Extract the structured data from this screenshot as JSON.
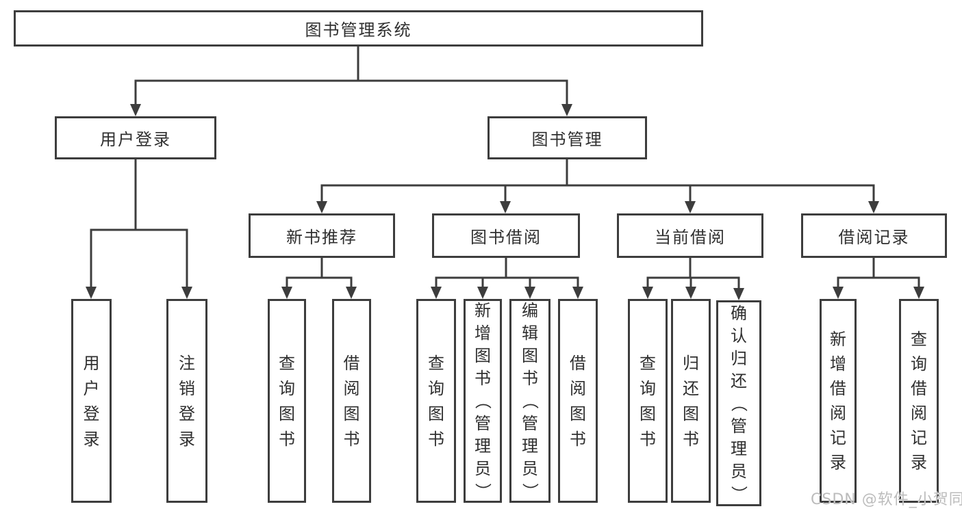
{
  "diagram": {
    "type": "hierarchy-tree",
    "nodes": {
      "root": "图书管理系统",
      "l2_user_login": "用户登录",
      "l2_book_management": "图书管理",
      "l3_new_book_recommend": "新书推荐",
      "l3_book_borrow": "图书借阅",
      "l3_current_borrow": "当前借阅",
      "l3_borrow_records": "借阅记录",
      "leaf_user_login": "用户登录",
      "leaf_logout": "注销登录",
      "leaf_nb_query_book": "查询图书",
      "leaf_nb_borrow_book": "借阅图书",
      "leaf_bb_query_book": "查询图书",
      "leaf_bb_add_book": "新增图书（管理员）",
      "leaf_bb_edit_book": "编辑图书（管理员）",
      "leaf_bb_borrow_book": "借阅图书",
      "leaf_cb_query_book": "查询图书",
      "leaf_cb_return_book": "归还图书",
      "leaf_cb_confirm_return": "确认归还（管理员）",
      "leaf_br_add_record": "新增借阅记录",
      "leaf_br_query_record": "查询借阅记录"
    },
    "hierarchy": {
      "图书管理系统": [
        "用户登录",
        "图书管理"
      ],
      "用户登录": [
        "用户登录",
        "注销登录"
      ],
      "图书管理": [
        "新书推荐",
        "图书借阅",
        "当前借阅",
        "借阅记录"
      ],
      "新书推荐": [
        "查询图书",
        "借阅图书"
      ],
      "图书借阅": [
        "查询图书",
        "新增图书（管理员）",
        "编辑图书（管理员）",
        "借阅图书"
      ],
      "当前借阅": [
        "查询图书",
        "归还图书",
        "确认归还（管理员）"
      ],
      "借阅记录": [
        "新增借阅记录",
        "查询借阅记录"
      ]
    },
    "colors": {
      "line": "#3d3d3d",
      "text": "#2f2f2f",
      "background": "#ffffff",
      "watermark": "#bcbcbc"
    }
  },
  "watermark": "CSDN @软件_小贺同学"
}
